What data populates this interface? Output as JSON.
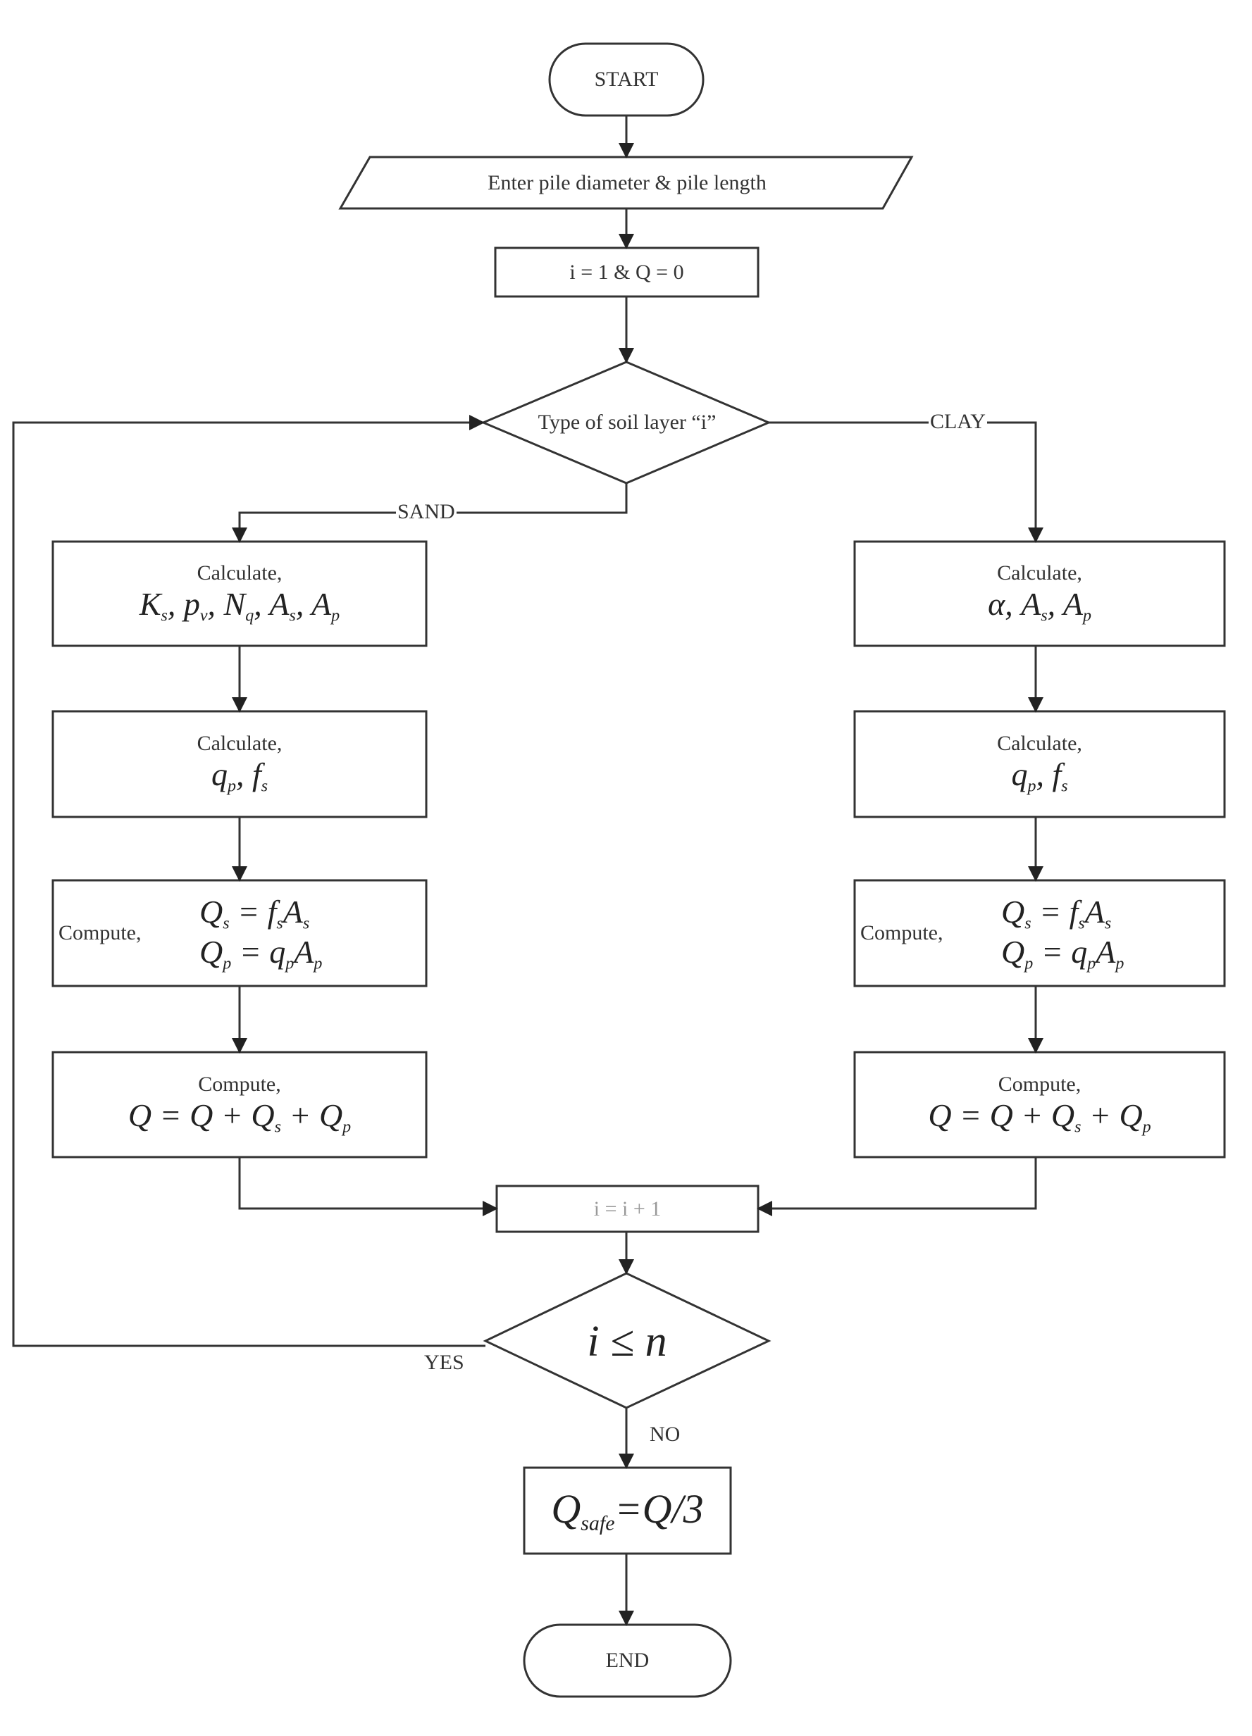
{
  "diagram": {
    "type": "flowchart",
    "nodes": {
      "start": {
        "shape": "terminator",
        "text": "START"
      },
      "input": {
        "shape": "parallelogram",
        "text": "Enter pile diameter & pile length"
      },
      "init": {
        "shape": "process",
        "text": "i = 1 & Q = 0"
      },
      "decision_soil": {
        "shape": "decision",
        "text": "Type of soil layer “i”"
      },
      "sand_calc1": {
        "shape": "process",
        "label": "Calculate,",
        "math": "K_s, p_v, N_q, A_s, A_p"
      },
      "sand_calc2": {
        "shape": "process",
        "label": "Calculate,",
        "math": "q_p, f_s"
      },
      "sand_compute1": {
        "shape": "process",
        "label": "Compute,",
        "math_line1": "Q_s = f_s A_s",
        "math_line2": "Q_p = q_p A_p"
      },
      "sand_compute2": {
        "shape": "process",
        "label": "Compute,",
        "math": "Q = Q + Q_s + Q_p"
      },
      "clay_calc1": {
        "shape": "process",
        "label": "Calculate,",
        "math": "α, A_s, A_p"
      },
      "clay_calc2": {
        "shape": "process",
        "label": "Calculate,",
        "math": "q_p, f_s"
      },
      "clay_compute1": {
        "shape": "process",
        "label": "Compute,",
        "math_line1": "Q_s = f_s A_s",
        "math_line2": "Q_p = q_p A_p"
      },
      "clay_compute2": {
        "shape": "process",
        "label": "Compute,",
        "math": "Q = Q + Q_s + Q_p"
      },
      "increment": {
        "shape": "process",
        "text": "i = i + 1"
      },
      "decision_loop": {
        "shape": "decision",
        "math": "i ≤ n"
      },
      "safe": {
        "shape": "process",
        "math": "Q_safe = Q/3"
      },
      "end": {
        "shape": "terminator",
        "text": "END"
      }
    },
    "edge_labels": {
      "sand": "SAND",
      "clay": "CLAY",
      "yes": "YES",
      "no": "NO"
    },
    "edges": [
      {
        "from": "start",
        "to": "input"
      },
      {
        "from": "input",
        "to": "init"
      },
      {
        "from": "init",
        "to": "decision_soil"
      },
      {
        "from": "decision_soil",
        "to": "sand_calc1",
        "label": "SAND"
      },
      {
        "from": "decision_soil",
        "to": "clay_calc1",
        "label": "CLAY"
      },
      {
        "from": "sand_calc1",
        "to": "sand_calc2"
      },
      {
        "from": "sand_calc2",
        "to": "sand_compute1"
      },
      {
        "from": "sand_compute1",
        "to": "sand_compute2"
      },
      {
        "from": "sand_compute2",
        "to": "increment"
      },
      {
        "from": "clay_calc1",
        "to": "clay_calc2"
      },
      {
        "from": "clay_calc2",
        "to": "clay_compute1"
      },
      {
        "from": "clay_compute1",
        "to": "clay_compute2"
      },
      {
        "from": "clay_compute2",
        "to": "increment"
      },
      {
        "from": "increment",
        "to": "decision_loop"
      },
      {
        "from": "decision_loop",
        "to": "decision_soil",
        "label": "YES"
      },
      {
        "from": "decision_loop",
        "to": "safe",
        "label": "NO"
      },
      {
        "from": "safe",
        "to": "end"
      }
    ]
  }
}
